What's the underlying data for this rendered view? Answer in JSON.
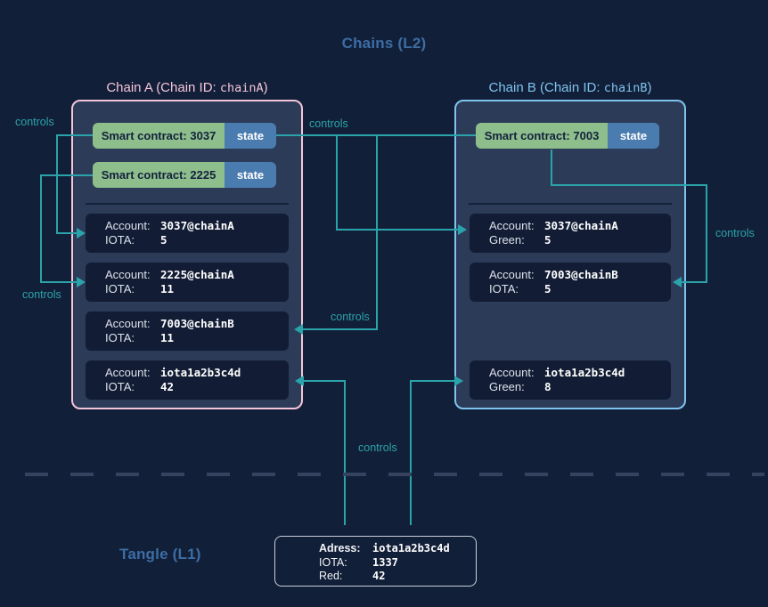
{
  "titles": {
    "l2": "Chains (L2)",
    "l1": "Tangle (L1)"
  },
  "labels": {
    "controls": "controls"
  },
  "chain_a": {
    "title_prefix": "Chain A (Chain ID: ",
    "chain_id": "chainA",
    "title_suffix": ")",
    "contracts": [
      {
        "label": "Smart contract: 3037",
        "state": "state"
      },
      {
        "label": "Smart contract: 2225",
        "state": "state"
      }
    ],
    "accounts": [
      {
        "k1": "Account:",
        "v1": "3037@chainA",
        "k2": "IOTA:",
        "v2": "5"
      },
      {
        "k1": "Account:",
        "v1": "2225@chainA",
        "k2": "IOTA:",
        "v2": "11"
      },
      {
        "k1": "Account:",
        "v1": "7003@chainB",
        "k2": "IOTA:",
        "v2": "11"
      },
      {
        "k1": "Account:",
        "v1": "iota1a2b3c4d",
        "k2": "IOTA:",
        "v2": "42"
      }
    ]
  },
  "chain_b": {
    "title_prefix": "Chain B (Chain ID: ",
    "chain_id": "chainB",
    "title_suffix": ")",
    "contracts": [
      {
        "label": "Smart contract: 7003",
        "state": "state"
      }
    ],
    "accounts": [
      {
        "k1": "Account:",
        "v1": "3037@chainA",
        "k2": "Green:",
        "v2": "5"
      },
      {
        "k1": "Account:",
        "v1": "7003@chainB",
        "k2": "IOTA:",
        "v2": "5"
      },
      {
        "k1": "Account:",
        "v1": "iota1a2b3c4d",
        "k2": "Green:",
        "v2": "8"
      }
    ]
  },
  "l1_box": {
    "rows": [
      {
        "key": "Adress:",
        "value": "iota1a2b3c4d"
      },
      {
        "key": "IOTA:",
        "value": "1337"
      },
      {
        "key": "Red:",
        "value": "42"
      }
    ]
  },
  "colors": {
    "teal": "#2BA3AA",
    "chain_a_accent": "#F5C5D9",
    "chain_b_accent": "#7FC3EF",
    "contract_green": "#8DBE8C",
    "state_blue": "#4B7CAF",
    "heading_blue": "#3C6DA4"
  }
}
